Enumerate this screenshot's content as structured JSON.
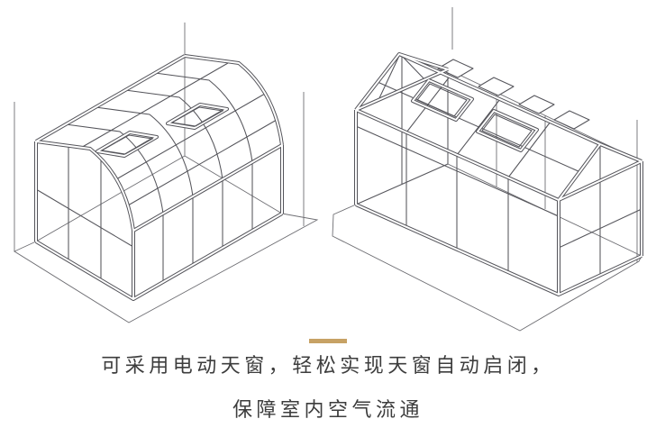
{
  "colors": {
    "line": "#55555B",
    "divider": "#C7A265",
    "caption_text": "#3D3D3D",
    "background": "#FFFFFF"
  },
  "illustration": {
    "left_drawing": {
      "label": "curved-eave-sunroom-wireframe",
      "skylights": 2
    },
    "right_drawing": {
      "label": "gable-roof-sunroom-wireframe",
      "skylights": 2,
      "ridge_vents": 4
    }
  },
  "caption": {
    "line1": "可采用电动天窗，轻松实现天窗自动启闭，",
    "line2": "保障室内空气流通"
  }
}
